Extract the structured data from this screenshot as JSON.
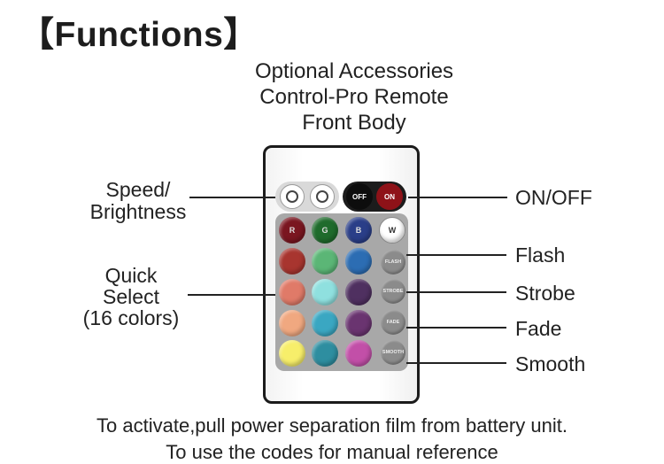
{
  "title": "【Functions】",
  "subtitle": {
    "line1": "Optional  Accessories",
    "line2": "Control-Pro Remote",
    "line3": "Front Body"
  },
  "labels": {
    "speed_line1": "Speed/",
    "speed_line2": "Brightness",
    "quick_line1": "Quick",
    "quick_line2": "Select",
    "quick_line3": "(16 colors)",
    "onoff": "ON/OFF",
    "flash": "Flash",
    "strobe": "Strobe",
    "fade": "Fade",
    "smooth": "Smooth"
  },
  "remote": {
    "off_label": "OFF",
    "on_label": "ON",
    "rgbw": [
      {
        "label": "R",
        "color": "#7a1620"
      },
      {
        "label": "G",
        "color": "#1f6b2c"
      },
      {
        "label": "B",
        "color": "#2a3e88"
      },
      {
        "label": "W",
        "color": "#ffffff"
      }
    ],
    "color_grid": [
      [
        "#a8352f",
        "#5bb676",
        "#2c6db3"
      ],
      [
        "#e07a68",
        "#8fe0df",
        "#4f3060"
      ],
      [
        "#f0a880",
        "#3aa7c2",
        "#6a3470"
      ],
      [
        "#f7ee6a",
        "#2e8ea0",
        "#c24fa8"
      ]
    ],
    "function_buttons": [
      "FLASH",
      "STROBE",
      "FADE",
      "SMOOTH"
    ]
  },
  "footer": {
    "line1": "To activate,pull power separation film from battery unit.",
    "line2": "To use the codes for manual reference"
  }
}
